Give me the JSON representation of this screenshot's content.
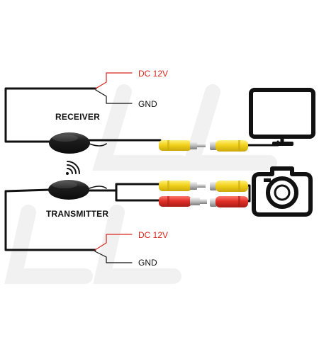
{
  "receiver": {
    "title": "RECEIVER",
    "power_label": "DC 12V",
    "ground_label": "GND"
  },
  "transmitter": {
    "title": "TRANSMITTER",
    "power_label": "DC 12V",
    "ground_label": "GND"
  },
  "colors": {
    "cable": "#111111",
    "power_wire": "#d9261c",
    "ground_wire": "#111111",
    "rca_video": "#f2d21c",
    "rca_power": "#e03028",
    "metal": "#c9c9c9",
    "watermark": "#f1f1f1"
  },
  "icons": [
    "monitor-icon",
    "camera-icon",
    "wireless-signal-icon",
    "receiver-module",
    "transmitter-module"
  ]
}
